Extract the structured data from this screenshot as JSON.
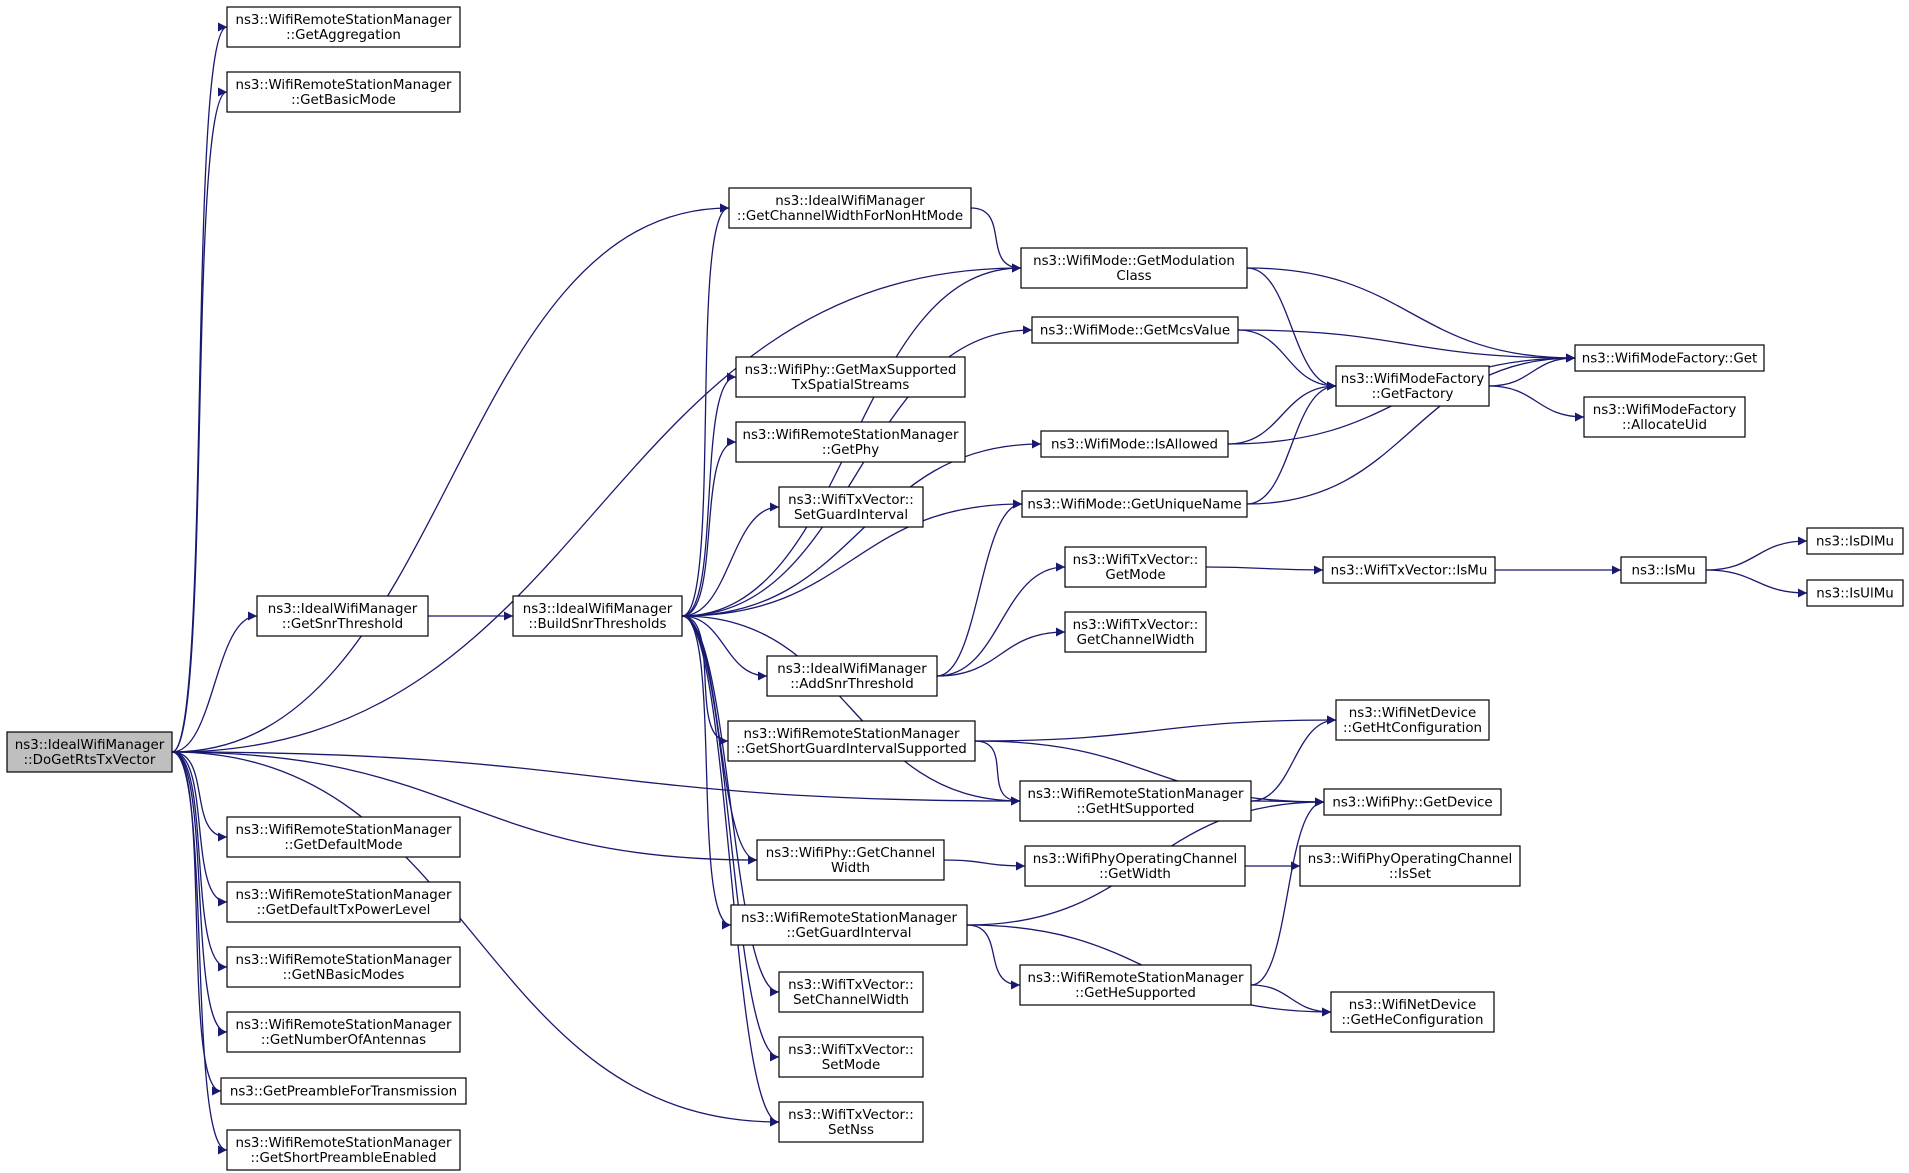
{
  "nodes": [
    {
      "id": "root",
      "lines": [
        "ns3::IdealWifiManager",
        "::DoGetRtsTxVector"
      ],
      "root": true
    },
    {
      "id": "getAggregation",
      "lines": [
        "ns3::WifiRemoteStationManager",
        "::GetAggregation"
      ]
    },
    {
      "id": "getBasicMode",
      "lines": [
        "ns3::WifiRemoteStationManager",
        "::GetBasicMode"
      ]
    },
    {
      "id": "getSnrThreshold",
      "lines": [
        "ns3::IdealWifiManager",
        "::GetSnrThreshold"
      ]
    },
    {
      "id": "getDefaultMode",
      "lines": [
        "ns3::WifiRemoteStationManager",
        "::GetDefaultMode"
      ]
    },
    {
      "id": "getDefaultTxPowerLevel",
      "lines": [
        "ns3::WifiRemoteStationManager",
        "::GetDefaultTxPowerLevel"
      ]
    },
    {
      "id": "getNBasicModes",
      "lines": [
        "ns3::WifiRemoteStationManager",
        "::GetNBasicModes"
      ]
    },
    {
      "id": "getNumberOfAntennas",
      "lines": [
        "ns3::WifiRemoteStationManager",
        "::GetNumberOfAntennas"
      ]
    },
    {
      "id": "getPreambleForTransmission",
      "lines": [
        "ns3::GetPreambleForTransmission"
      ]
    },
    {
      "id": "getShortPreambleEnabled",
      "lines": [
        "ns3::WifiRemoteStationManager",
        "::GetShortPreambleEnabled"
      ]
    },
    {
      "id": "buildSnrThresholds",
      "lines": [
        "ns3::IdealWifiManager",
        "::BuildSnrThresholds"
      ]
    },
    {
      "id": "getChannelWidthForNonHtMode",
      "lines": [
        "ns3::IdealWifiManager",
        "::GetChannelWidthForNonHtMode"
      ]
    },
    {
      "id": "getMaxSupportedTxSpatialStreams",
      "lines": [
        "ns3::WifiPhy::GetMaxSupported",
        "TxSpatialStreams"
      ]
    },
    {
      "id": "getPhy",
      "lines": [
        "ns3::WifiRemoteStationManager",
        "::GetPhy"
      ]
    },
    {
      "id": "setGuardInterval",
      "lines": [
        "ns3::WifiTxVector::",
        "SetGuardInterval"
      ]
    },
    {
      "id": "addSnrThreshold",
      "lines": [
        "ns3::IdealWifiManager",
        "::AddSnrThreshold"
      ]
    },
    {
      "id": "getShortGuardIntervalSupported",
      "lines": [
        "ns3::WifiRemoteStationManager",
        "::GetShortGuardIntervalSupported"
      ]
    },
    {
      "id": "phyGetChannelWidth",
      "lines": [
        "ns3::WifiPhy::GetChannel",
        "Width"
      ]
    },
    {
      "id": "getGuardInterval",
      "lines": [
        "ns3::WifiRemoteStationManager",
        "::GetGuardInterval"
      ]
    },
    {
      "id": "setChannelWidth",
      "lines": [
        "ns3::WifiTxVector::",
        "SetChannelWidth"
      ]
    },
    {
      "id": "setMode",
      "lines": [
        "ns3::WifiTxVector::",
        "SetMode"
      ]
    },
    {
      "id": "setNss",
      "lines": [
        "ns3::WifiTxVector::",
        "SetNss"
      ]
    },
    {
      "id": "getModulationClass",
      "lines": [
        "ns3::WifiMode::GetModulation",
        "Class"
      ]
    },
    {
      "id": "getMcsValue",
      "lines": [
        "ns3::WifiMode::GetMcsValue"
      ]
    },
    {
      "id": "isAllowed",
      "lines": [
        "ns3::WifiMode::IsAllowed"
      ]
    },
    {
      "id": "getUniqueName",
      "lines": [
        "ns3::WifiMode::GetUniqueName"
      ]
    },
    {
      "id": "txGetMode",
      "lines": [
        "ns3::WifiTxVector::",
        "GetMode"
      ]
    },
    {
      "id": "txGetChannelWidth",
      "lines": [
        "ns3::WifiTxVector::",
        "GetChannelWidth"
      ]
    },
    {
      "id": "getHtSupported",
      "lines": [
        "ns3::WifiRemoteStationManager",
        "::GetHtSupported"
      ]
    },
    {
      "id": "getWidth",
      "lines": [
        "ns3::WifiPhyOperatingChannel",
        "::GetWidth"
      ]
    },
    {
      "id": "getHeSupported",
      "lines": [
        "ns3::WifiRemoteStationManager",
        "::GetHeSupported"
      ]
    },
    {
      "id": "getFactory",
      "lines": [
        "ns3::WifiModeFactory",
        "::GetFactory"
      ]
    },
    {
      "id": "factoryGet",
      "lines": [
        "ns3::WifiModeFactory::Get"
      ]
    },
    {
      "id": "allocateUid",
      "lines": [
        "ns3::WifiModeFactory",
        "::AllocateUid"
      ]
    },
    {
      "id": "txIsMu",
      "lines": [
        "ns3::WifiTxVector::IsMu"
      ]
    },
    {
      "id": "isMu",
      "lines": [
        "ns3::IsMu"
      ]
    },
    {
      "id": "isDlMu",
      "lines": [
        "ns3::IsDlMu"
      ]
    },
    {
      "id": "isUlMu",
      "lines": [
        "ns3::IsUlMu"
      ]
    },
    {
      "id": "getHtConfiguration",
      "lines": [
        "ns3::WifiNetDevice",
        "::GetHtConfiguration"
      ]
    },
    {
      "id": "phyGetDevice",
      "lines": [
        "ns3::WifiPhy::GetDevice"
      ]
    },
    {
      "id": "isSet",
      "lines": [
        "ns3::WifiPhyOperatingChannel",
        "::IsSet"
      ]
    },
    {
      "id": "getHeConfiguration",
      "lines": [
        "ns3::WifiNetDevice",
        "::GetHeConfiguration"
      ]
    }
  ],
  "edges": [
    [
      "root",
      "getAggregation"
    ],
    [
      "root",
      "getBasicMode"
    ],
    [
      "root",
      "getModulationClass"
    ],
    [
      "root",
      "getChannelWidthForNonHtMode"
    ],
    [
      "root",
      "getSnrThreshold"
    ],
    [
      "root",
      "phyGetChannelWidth"
    ],
    [
      "root",
      "getHtSupported"
    ],
    [
      "root",
      "setNss"
    ],
    [
      "root",
      "getDefaultMode"
    ],
    [
      "root",
      "getDefaultTxPowerLevel"
    ],
    [
      "root",
      "getNBasicModes"
    ],
    [
      "root",
      "getNumberOfAntennas"
    ],
    [
      "root",
      "getPreambleForTransmission"
    ],
    [
      "root",
      "getShortPreambleEnabled"
    ],
    [
      "getSnrThreshold",
      "buildSnrThresholds"
    ],
    [
      "buildSnrThresholds",
      "getChannelWidthForNonHtMode"
    ],
    [
      "buildSnrThresholds",
      "getModulationClass"
    ],
    [
      "buildSnrThresholds",
      "getMcsValue"
    ],
    [
      "buildSnrThresholds",
      "getMaxSupportedTxSpatialStreams"
    ],
    [
      "buildSnrThresholds",
      "getPhy"
    ],
    [
      "buildSnrThresholds",
      "setGuardInterval"
    ],
    [
      "buildSnrThresholds",
      "isAllowed"
    ],
    [
      "buildSnrThresholds",
      "getUniqueName"
    ],
    [
      "buildSnrThresholds",
      "addSnrThreshold"
    ],
    [
      "buildSnrThresholds",
      "getShortGuardIntervalSupported"
    ],
    [
      "buildSnrThresholds",
      "getHtSupported"
    ],
    [
      "buildSnrThresholds",
      "phyGetChannelWidth"
    ],
    [
      "buildSnrThresholds",
      "getGuardInterval"
    ],
    [
      "buildSnrThresholds",
      "setChannelWidth"
    ],
    [
      "buildSnrThresholds",
      "setMode"
    ],
    [
      "buildSnrThresholds",
      "setNss"
    ],
    [
      "getChannelWidthForNonHtMode",
      "getModulationClass"
    ],
    [
      "getModulationClass",
      "getFactory"
    ],
    [
      "getModulationClass",
      "factoryGet"
    ],
    [
      "getMcsValue",
      "getFactory"
    ],
    [
      "getMcsValue",
      "factoryGet"
    ],
    [
      "isAllowed",
      "getFactory"
    ],
    [
      "isAllowed",
      "factoryGet"
    ],
    [
      "getUniqueName",
      "getFactory"
    ],
    [
      "getUniqueName",
      "factoryGet"
    ],
    [
      "getFactory",
      "factoryGet"
    ],
    [
      "getFactory",
      "allocateUid"
    ],
    [
      "addSnrThreshold",
      "getUniqueName"
    ],
    [
      "addSnrThreshold",
      "txGetMode"
    ],
    [
      "addSnrThreshold",
      "txGetChannelWidth"
    ],
    [
      "txGetMode",
      "txIsMu"
    ],
    [
      "txIsMu",
      "isMu"
    ],
    [
      "isMu",
      "isDlMu"
    ],
    [
      "isMu",
      "isUlMu"
    ],
    [
      "getShortGuardIntervalSupported",
      "getHtConfiguration"
    ],
    [
      "getShortGuardIntervalSupported",
      "phyGetDevice"
    ],
    [
      "getShortGuardIntervalSupported",
      "getHtSupported"
    ],
    [
      "getHtSupported",
      "getHtConfiguration"
    ],
    [
      "getHtSupported",
      "phyGetDevice"
    ],
    [
      "phyGetChannelWidth",
      "getWidth"
    ],
    [
      "getWidth",
      "isSet"
    ],
    [
      "getGuardInterval",
      "phyGetDevice"
    ],
    [
      "getGuardInterval",
      "getHeSupported"
    ],
    [
      "getGuardInterval",
      "getHeConfiguration"
    ],
    [
      "getHeSupported",
      "phyGetDevice"
    ],
    [
      "getHeSupported",
      "getHeConfiguration"
    ]
  ]
}
